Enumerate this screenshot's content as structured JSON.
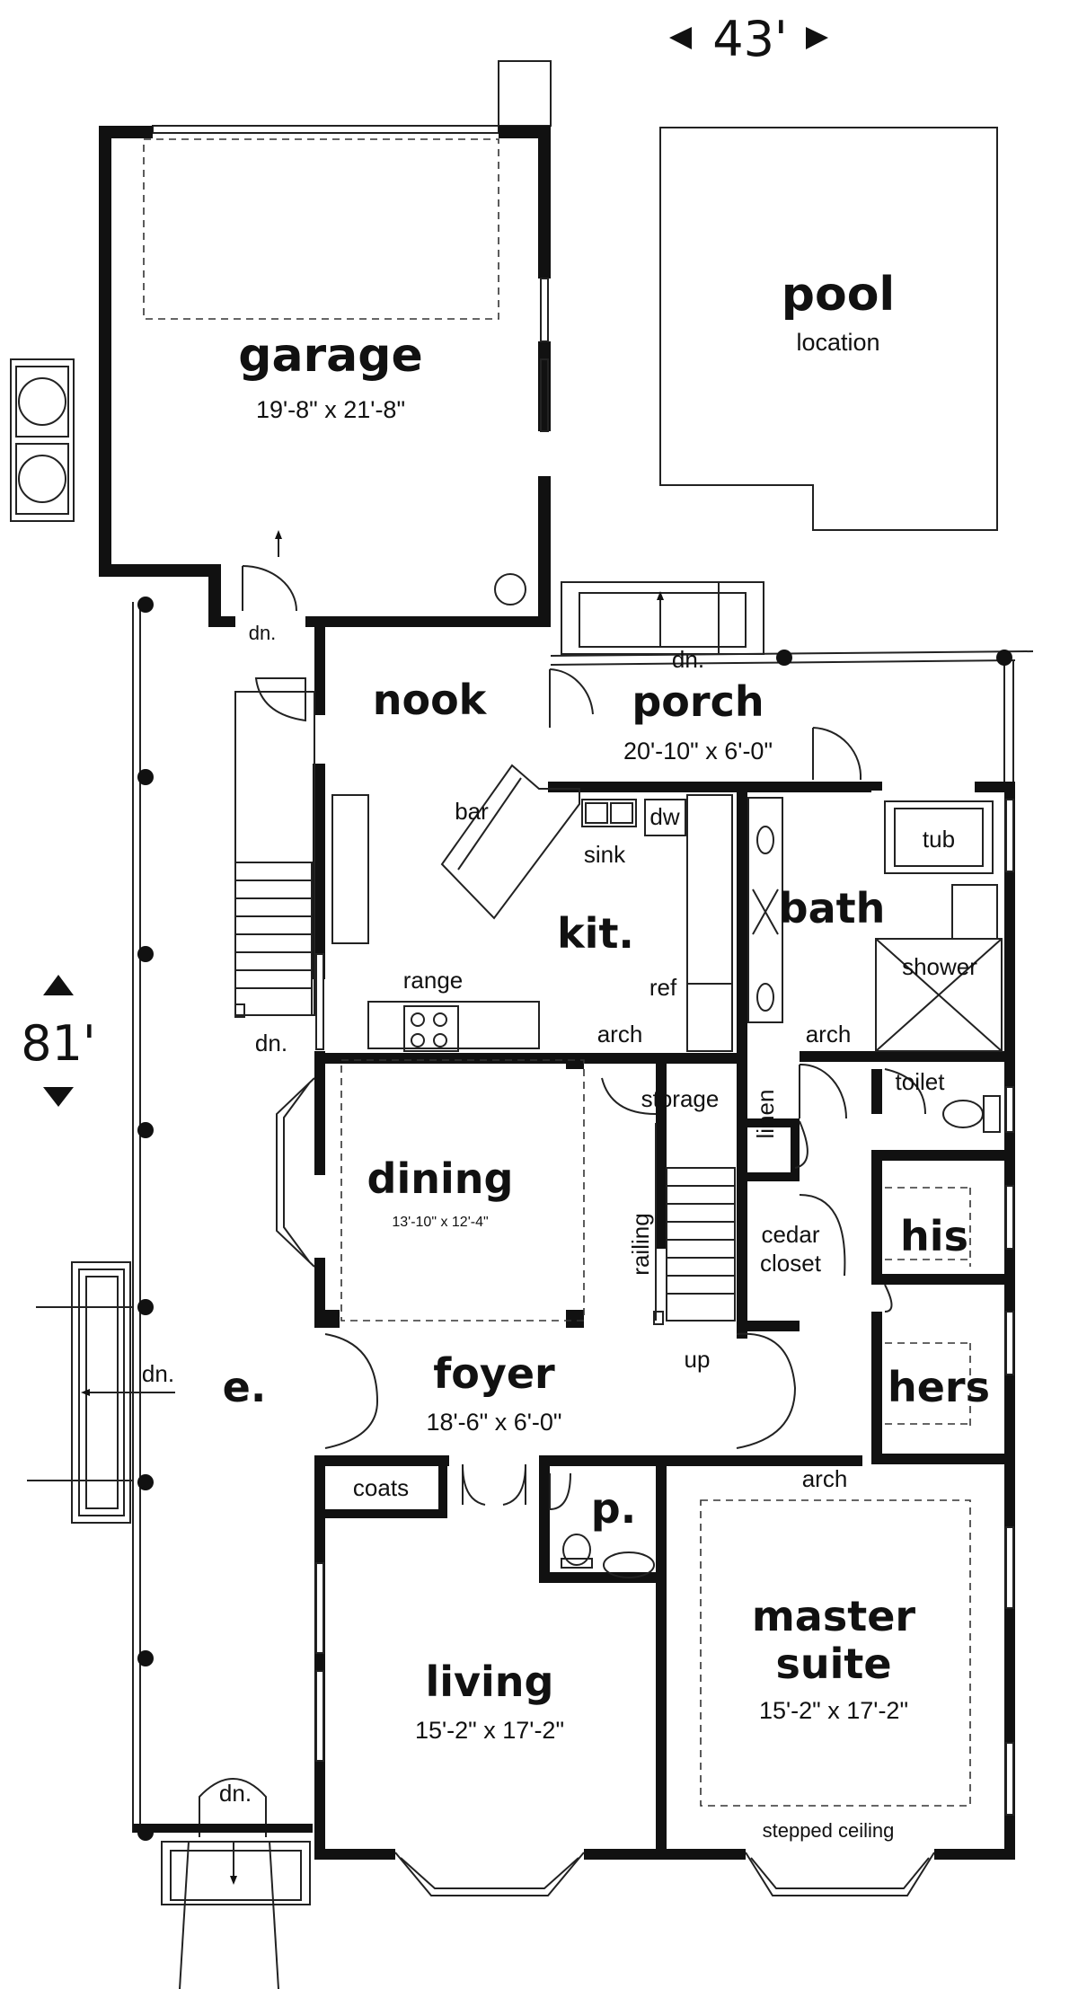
{
  "dimensions": {
    "width": "43'",
    "depth": "81'"
  },
  "rooms": {
    "garage": {
      "name": "garage",
      "size": "19'-8\" x 21'-8\""
    },
    "pool": {
      "name": "pool",
      "sub": "location"
    },
    "nook": {
      "name": "nook"
    },
    "porch": {
      "name": "porch",
      "size": "20'-10\" x 6'-0\""
    },
    "kitchen": {
      "name": "kit."
    },
    "bath": {
      "name": "bath"
    },
    "dining": {
      "name": "dining",
      "size": "13'-10\" x 12'-4\""
    },
    "foyer": {
      "name": "foyer",
      "size": "18'-6\" x 6'-0\""
    },
    "entry": {
      "name": "e."
    },
    "his": {
      "name": "his"
    },
    "hers": {
      "name": "hers"
    },
    "powder": {
      "name": "p."
    },
    "living": {
      "name": "living",
      "size": "15'-2\" x 17'-2\""
    },
    "master": {
      "name_line1": "master",
      "name_line2": "suite",
      "size": "15'-2\" x 17'-2\"",
      "note": "stepped ceiling"
    }
  },
  "fixtures": {
    "bar": "bar",
    "sink": "sink",
    "dw": "dw",
    "range": "range",
    "ref": "ref",
    "tub": "tub",
    "shower": "shower",
    "toilet": "toilet",
    "storage": "storage",
    "linen": "linen",
    "railing": "railing",
    "up": "up",
    "cedar_line1": "cedar",
    "cedar_line2": "closet",
    "coats": "coats"
  },
  "labels": {
    "arch": "arch",
    "down": "dn."
  }
}
